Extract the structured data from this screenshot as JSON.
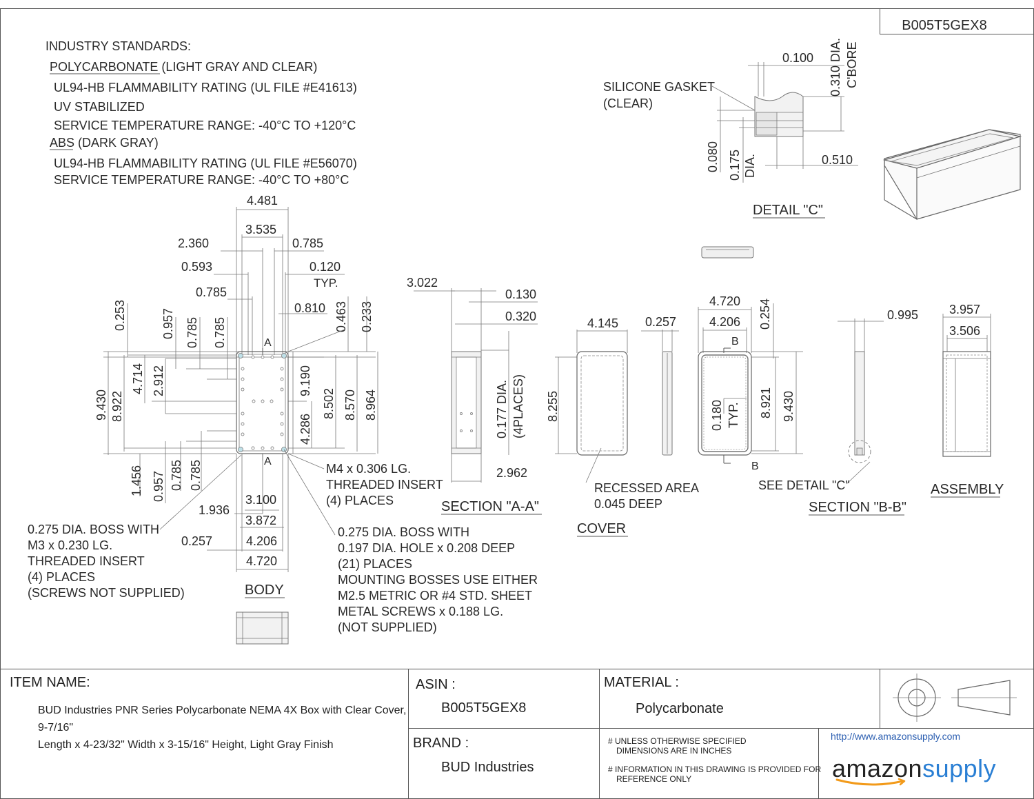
{
  "part_number_box": "B005T5GEX8",
  "standards": {
    "heading": "INDUSTRY STANDARDS:",
    "lines": [
      "POLYCARBONATE (LIGHT GRAY AND CLEAR)",
      "UL94-HB FLAMMABILITY RATING (UL FILE #E41613)",
      "UV STABILIZED",
      "SERVICE TEMPERATURE RANGE:  -40°C TO +120°C",
      "ABS (DARK GRAY)",
      "UL94-HB FLAMMABILITY RATING (UL FILE #E56070)",
      "SERVICE TEMPERATURE RANGE:  -40°C TO +80°C"
    ]
  },
  "detail_c": {
    "gasket_label_1": "SILICONE GASKET",
    "gasket_label_2": "(CLEAR)",
    "dim_0100": "0.100",
    "dim_0310": "0.310 DIA.",
    "cbore": "C'BORE",
    "dim_0080": "0.080",
    "dim_0175": "0.175",
    "dia": "DIA.",
    "dim_0510": "0.510",
    "title": "DETAIL \"C\""
  },
  "body_view": {
    "d4481": "4.481",
    "d3535": "3.535",
    "d2360": "2.360",
    "d0785a": "0.785",
    "d0593": "0.593",
    "d0120": "0.120",
    "typ": "TYP.",
    "d0785b": "0.785",
    "d0810": "0.810",
    "d0253": "0.253",
    "d0957a": "0.957",
    "d0785c": "0.785",
    "d0785d": "0.785",
    "d0463": "0.463",
    "d0233": "0.233",
    "markA": "A",
    "d9430": "9.430",
    "d8922": "8.922",
    "d4714": "4.714",
    "d2912": "2.912",
    "d9190": "9.190",
    "d8502": "8.502",
    "d8570": "8.570",
    "d8964": "8.964",
    "d4286": "4.286",
    "d1456": "1.456",
    "d0957b": "0.957",
    "d0785e": "0.785",
    "d0785f": "0.785",
    "d1936": "1.936",
    "d3100": "3.100",
    "d3872": "3.872",
    "d0257": "0.257",
    "d4206": "4.206",
    "d4720": "4.720",
    "title": "BODY",
    "m4_1": "M4 x 0.306 LG.",
    "m4_2": "THREADED INSERT",
    "m4_3": "(4) PLACES",
    "boss1_1": "0.275 DIA. BOSS WITH",
    "boss1_2": "M3 x 0.230 LG.",
    "boss1_3": "THREADED INSERT",
    "boss1_4": "(4) PLACES",
    "boss1_5": "(SCREWS NOT SUPPLIED)",
    "boss2_1": "0.275 DIA. BOSS WITH",
    "boss2_2": "0.197 DIA. HOLE x 0.208 DEEP",
    "boss2_3": "(21) PLACES",
    "boss2_4": "MOUNTING BOSSES USE EITHER",
    "boss2_5": "M2.5 METRIC OR #4 STD. SHEET",
    "boss2_6": "METAL SCREWS x 0.188 LG.",
    "boss2_7": "(NOT SUPPLIED)"
  },
  "section_aa": {
    "d3022": "3.022",
    "d0130": "0.130",
    "d0320": "0.320",
    "d0177": "0.177 DIA.",
    "places": "(4PLACES)",
    "d2962": "2.962",
    "title": "SECTION \"A-A\""
  },
  "cover_view": {
    "d4145": "4.145",
    "d0257": "0.257",
    "d8255": "8.255",
    "recessed_1": "RECESSED AREA",
    "recessed_2": "0.045 DEEP",
    "title": "COVER"
  },
  "bb_view": {
    "d4720": "4.720",
    "d4206": "4.206",
    "d0254": "0.254",
    "markB": "B",
    "d0180": "0.180",
    "typ": "TYP.",
    "d8921": "8.921",
    "d9430": "9.430",
    "d0995": "0.995",
    "see_detail": "SEE DETAIL \"C\"",
    "title": "SECTION \"B-B\""
  },
  "assembly_view": {
    "d3957": "3.957",
    "d3506": "3.506",
    "title": "ASSEMBLY"
  },
  "title_block": {
    "item_name_label": "ITEM NAME:",
    "item_name_line1": "BUD Industries PNR Series Polycarbonate NEMA 4X Box with Clear Cover, 9-7/16\"",
    "item_name_line2": "Length x 4-23/32\" Width x 3-15/16\" Height, Light Gray Finish",
    "asin_label": "ASIN :",
    "asin_value": "B005T5GEX8",
    "material_label": "MATERIAL :",
    "material_value": "Polycarbonate",
    "brand_label": "BRAND :",
    "brand_value": "BUD Industries",
    "note1_line1": "# UNLESS OTHERWISE SPECIFIED",
    "note1_line2": "DIMENSIONS ARE IN INCHES",
    "note2_line1": "# INFORMATION IN THIS DRAWING IS PROVIDED FOR",
    "note2_line2": "REFERENCE ONLY",
    "url": "http://www.amazonsupply.com",
    "logo_amazon": "amazon",
    "logo_supply": "supply",
    "logo_supply_color": "#2a7fd4"
  }
}
